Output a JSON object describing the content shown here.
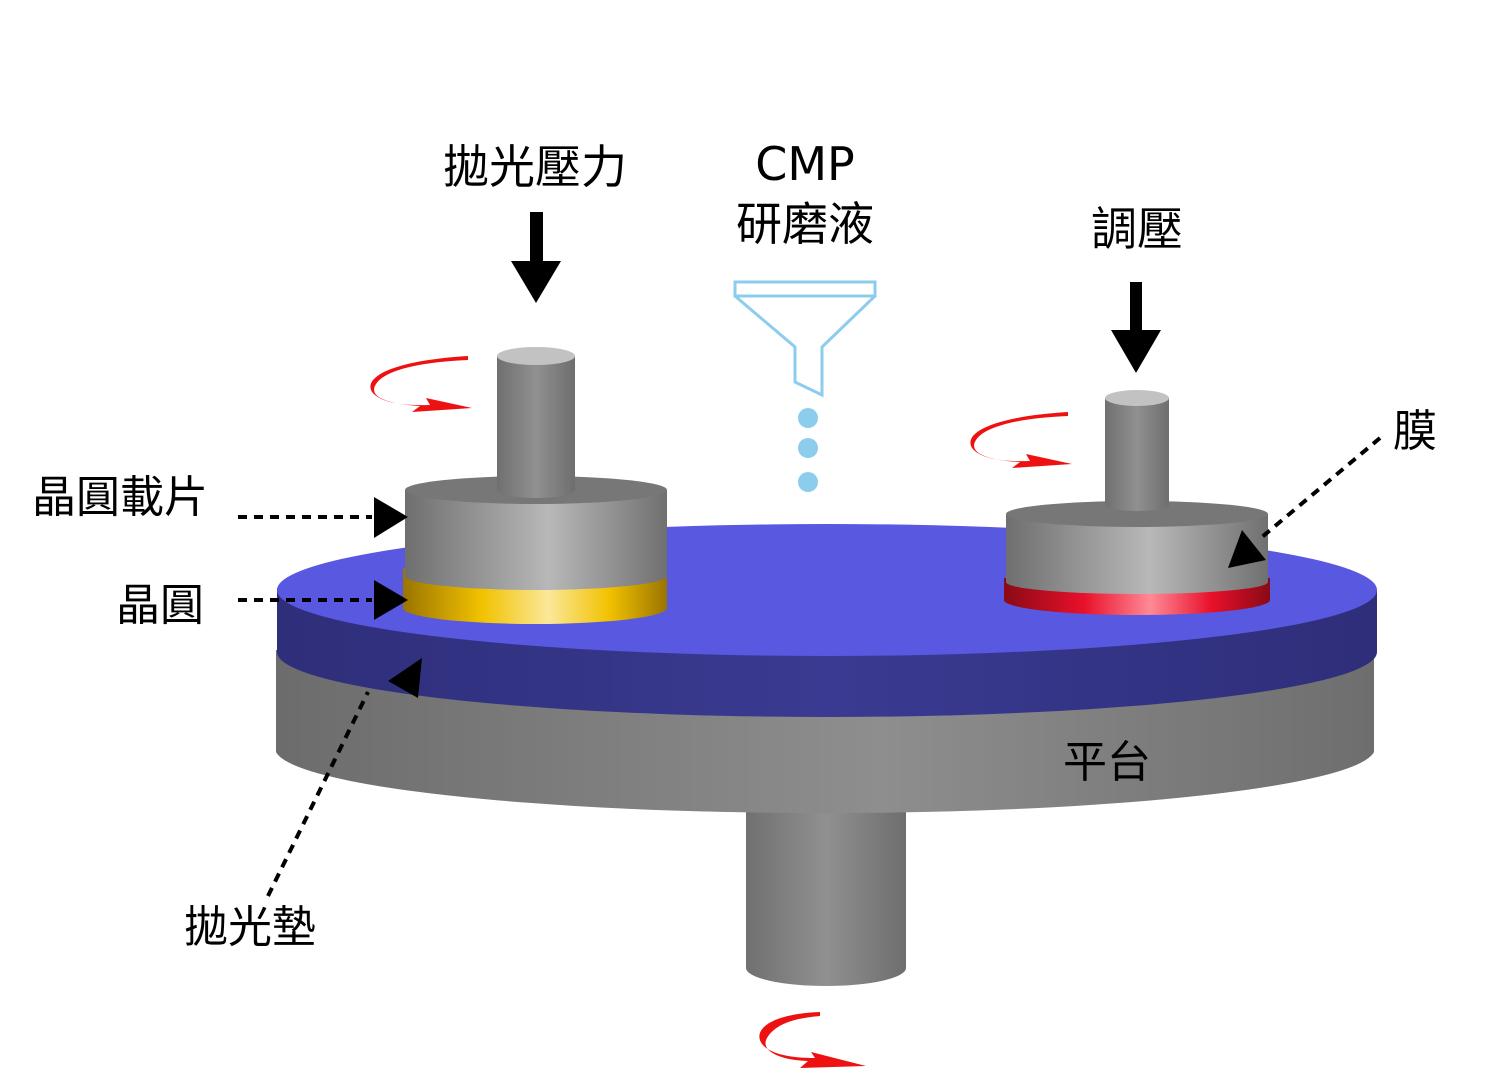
{
  "title": "CMP process diagram",
  "labels": {
    "polishing_pressure": "拋光壓力",
    "slurry_line1": "CMP",
    "slurry_line2": "研磨液",
    "conditioning_pressure": "調壓",
    "membrane": "膜",
    "wafer_carrier": "晶圓載片",
    "wafer": "晶圓",
    "polishing_pad": "拋光墊",
    "platen": "平台"
  },
  "colors": {
    "pad_top": "#5858E0",
    "pad_side": "#343488",
    "platen": "#888888",
    "wafer": "#F2C200",
    "membrane": "#E8102A",
    "slurry": "#8CCDEE",
    "rotation_arrow": "#EE1111",
    "pressure_arrow": "#000000"
  },
  "slurry_drops": 3
}
